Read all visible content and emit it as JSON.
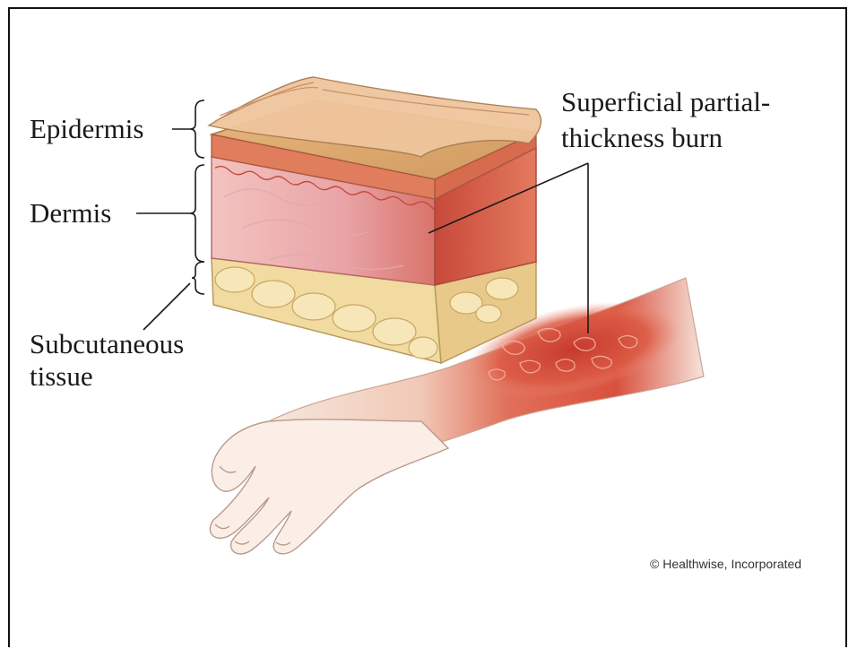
{
  "labels": {
    "epidermis": "Epidermis",
    "dermis": "Dermis",
    "subcutaneous_line1": "Subcutaneous",
    "subcutaneous_line2": "tissue",
    "burn_line1": "Superficial partial-",
    "burn_line2": "thickness burn"
  },
  "credit": "© Healthwise, Incorporated"
}
